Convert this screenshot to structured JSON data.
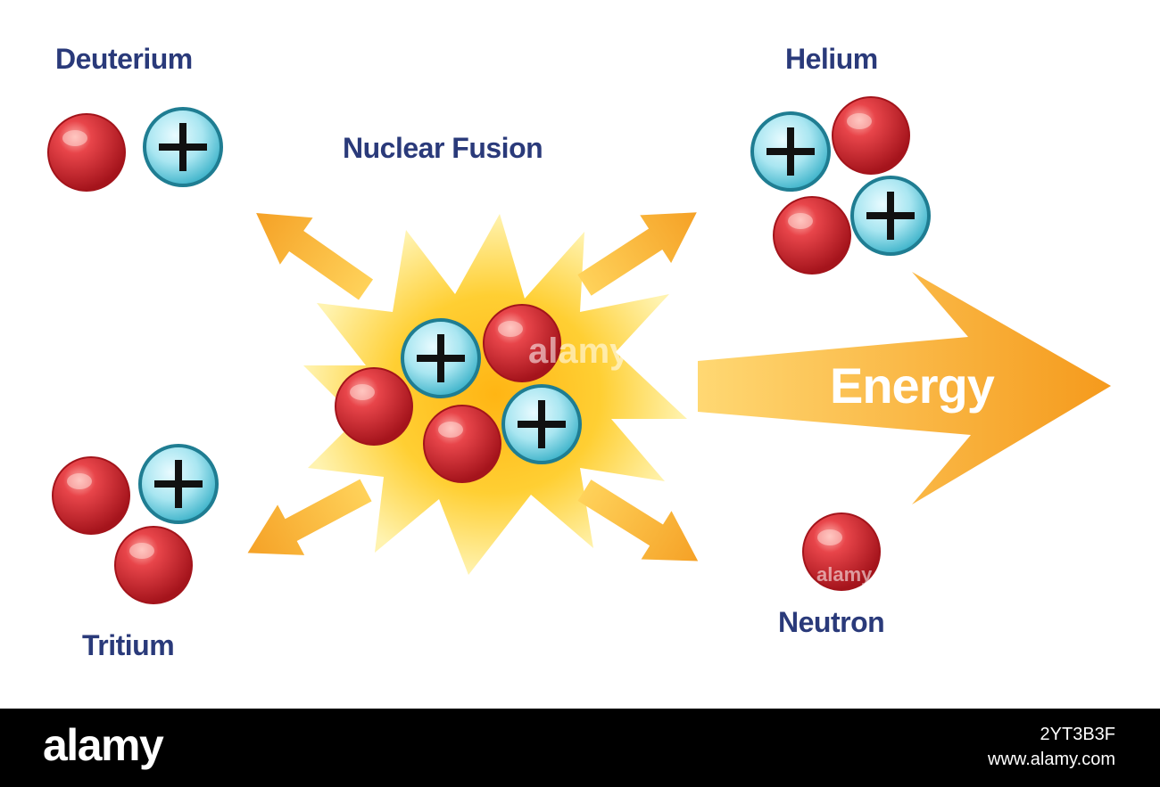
{
  "labels": {
    "deuterium": "Deuterium",
    "helium": "Helium",
    "nuclear_fusion": "Nuclear Fusion",
    "tritium": "Tritium",
    "neutron": "Neutron",
    "energy": "Energy"
  },
  "watermark": {
    "center": "alamy",
    "small": "alamy"
  },
  "footer": {
    "logo": "alamy",
    "image_id": "2YT3B3F",
    "url": "www.alamy.com"
  },
  "colors": {
    "label_text": "#2a3a7a",
    "neutron": "#d62a2f",
    "proton": "#5ec5d8",
    "arrow": "#f7a623",
    "explosion": "#ffc629"
  },
  "icons": {
    "neutron": "neutron-sphere",
    "proton": "proton-plus-sphere",
    "arrow": "orange-arrow",
    "explosion": "fusion-burst"
  }
}
